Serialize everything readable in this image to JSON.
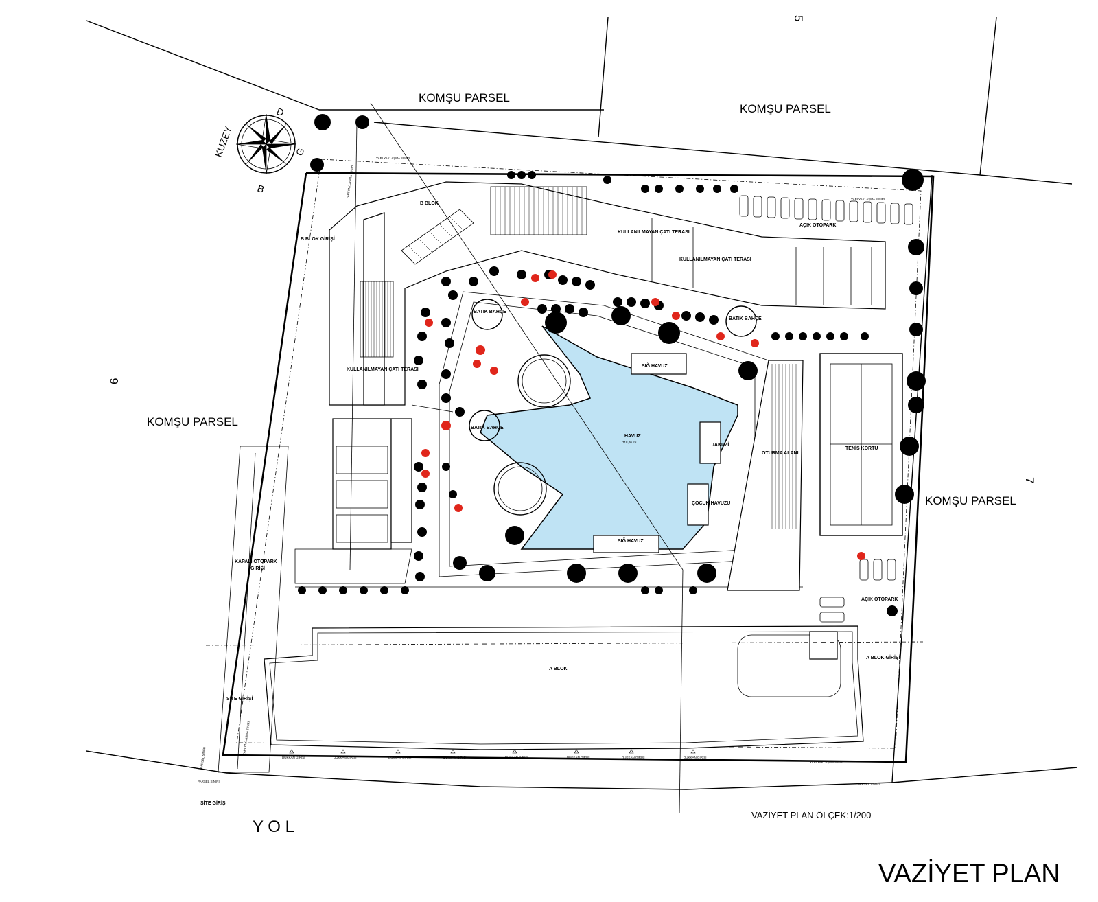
{
  "title": "VAZİYET PLAN",
  "scale_label": "VAZİYET PLAN ÖLÇEK:1/200",
  "road_label": "Y O L",
  "compass": {
    "north": "KUZEY",
    "east": "D",
    "south_g": "G",
    "west_b": "B"
  },
  "parcel_numbers": {
    "top": "5",
    "left": "6",
    "right": "7"
  },
  "neighbors": {
    "top_left": "KOMŞU PARSEL",
    "top_right": "KOMŞU PARSEL",
    "left": "KOMŞU PARSEL",
    "right": "KOMŞU PARSEL"
  },
  "blocks": {
    "a": "A BLOK",
    "b": "B BLOK",
    "a_entrance": "A BLOK GİRİŞİ",
    "b_entrance": "B BLOK GİRİŞİ"
  },
  "areas": {
    "pool": "HAVUZ",
    "pool_area": "718,00 m²",
    "jacuzzi": "JAKUZİ",
    "kids_pool": "ÇOCUK HAVUZU",
    "shallow_pool": "SIĞ HAVUZ",
    "shallow_pool_top": "SIĞ HAVUZ",
    "seating": "OTURMA ALANI",
    "tennis": "TENİS KORTU",
    "open_parking_1": "AÇIK OTOPARK",
    "open_parking_2": "AÇIK OTOPARK",
    "sunken_garden_1": "BATIK BAHÇE",
    "sunken_garden_2": "BATIK BAHÇE",
    "sunken_garden_3": "BATIK BAHÇE",
    "unused_roof_1": "KULLANILMAYAN ÇATI TERASI",
    "unused_roof_2": "KULLANILMAYAN ÇATI TERASI",
    "unused_roof_3": "KULLANILMAYAN ÇATI TERASI",
    "closed_parking_line1": "KAPALI OTOPARK",
    "closed_parking_line2": "GİRİŞİ",
    "site_entrance_1": "SİTE GİRİŞİ",
    "site_entrance_2": "SİTE GİRİŞİ"
  },
  "boundary_labels": {
    "setback_1": "YAPI YAKLAŞMA SINIRI",
    "setback_2": "YAPI YAKLAŞMA SINIRI",
    "setback_3": "YAPI YAKLAŞMA SINIRI",
    "setback_4": "YAPI YAKLAŞMA SINIRI",
    "setback_5": "YAPI YAKLAŞMA SINIRI",
    "parcel_1": "PARSEL SINIRI",
    "parcel_2": "PARSEL SINIRI",
    "parcel_3": "PARSEL SINIRI"
  },
  "shop_entrances": [
    "DÜKKAN GİRİŞİ",
    "DÜKKAN GİRİŞİ",
    "DÜKKAN GİRİŞİ",
    "DÜKKAN GİRİŞİ",
    "DÜKKAN GİRİŞİ",
    "DÜKKAN GİRİŞİ",
    "DÜKKAN GİRİŞİ",
    "DÜKKAN GİRİŞİ"
  ],
  "colors": {
    "pool": "#bfe3f4",
    "red_tree": "#e0261b",
    "ink": "#000000"
  }
}
